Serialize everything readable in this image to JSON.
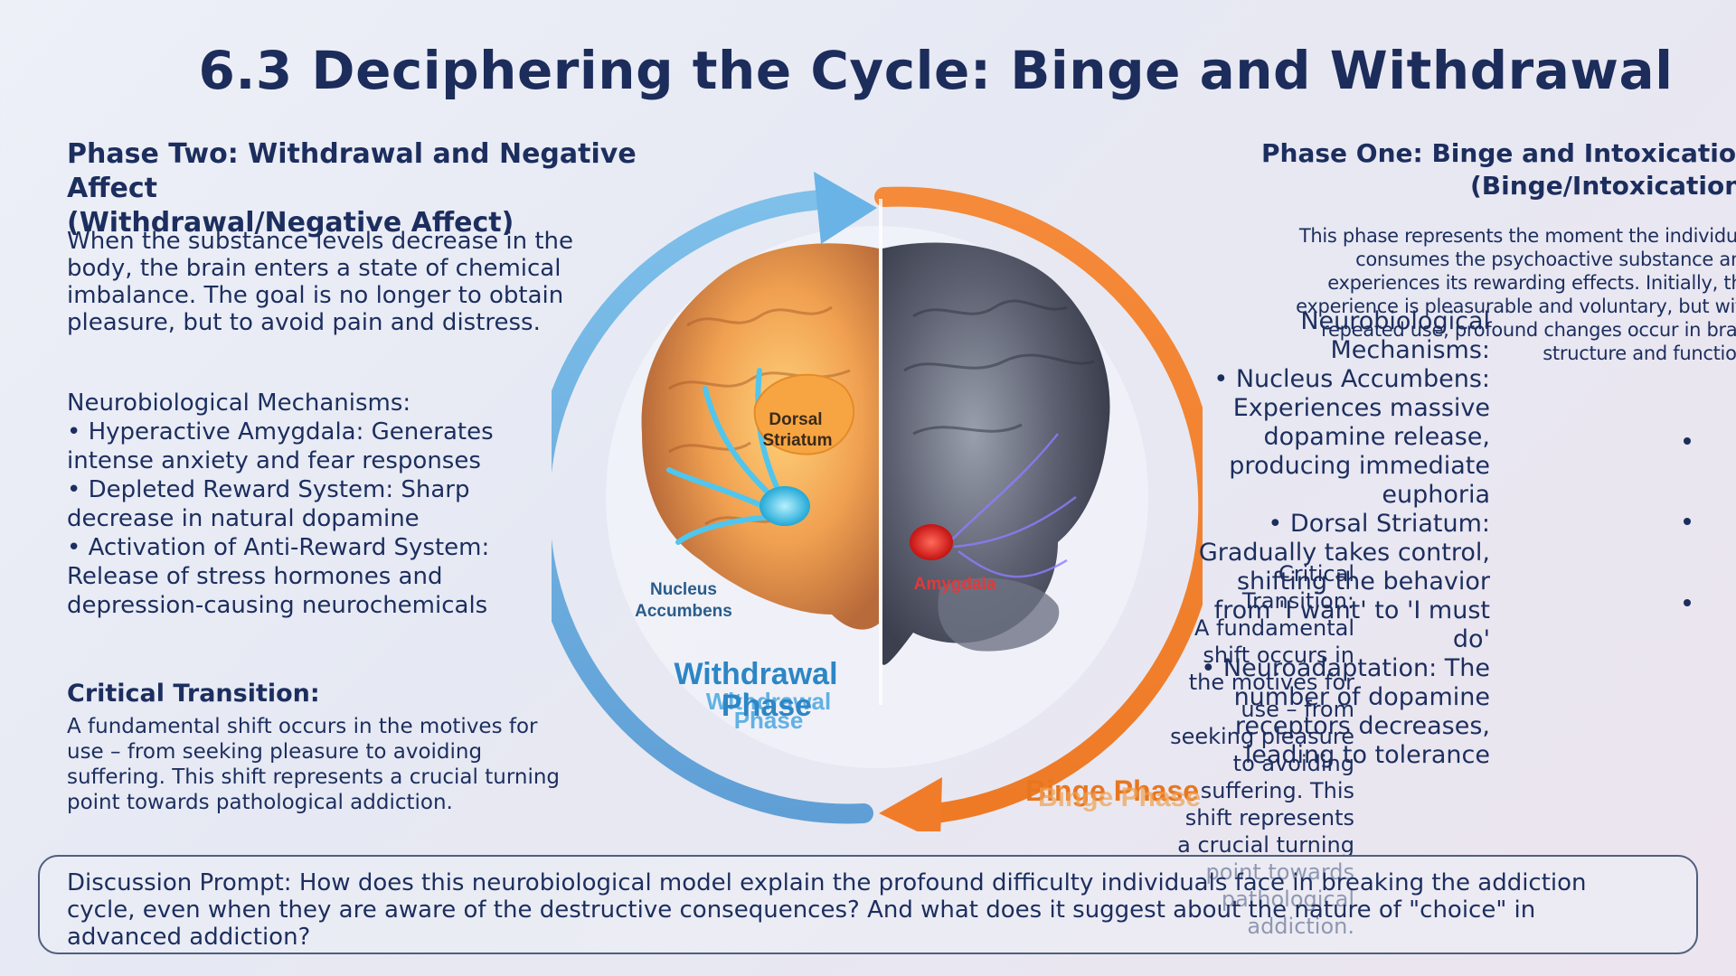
{
  "title": "6.3 Deciphering the Cycle: Binge and Withdrawal",
  "phase_two": {
    "heading_line1": "Phase Two: Withdrawal and Negative Affect",
    "heading_line2": "(Withdrawal/Negative Affect)",
    "body": "When the substance levels decrease in the body, the brain enters a state of chemical imbalance. The goal is no longer to obtain pleasure, but to avoid pain and distress.",
    "mechanisms_title": "Neurobiological Mechanisms:",
    "mechanisms": [
      "• Hyperactive Amygdala: Generates intense anxiety and fear responses",
      "• Depleted Reward System: Sharp decrease in natural dopamine",
      "• Activation of Anti-Reward System: Release of stress hormones and depression-causing neurochemicals"
    ],
    "critical_title": "Critical Transition:",
    "critical_body": "A fundamental shift occurs in the motives for use – from seeking pleasure to avoiding suffering. This shift represents a crucial turning point towards pathological addiction."
  },
  "phase_one": {
    "heading_line1": "Phase One: Binge and Intoxication",
    "heading_line2": "(Binge/Intoxication)",
    "body": "This phase represents the moment the individual consumes the psychoactive substance and experiences its rewarding effects. Initially, the experience is pleasurable and voluntary, but with repeated use, profound changes occur in brain structure and function.",
    "mechanisms_title": "Neurobiological Mechanisms:",
    "mechanisms": [
      "• Nucleus Accumbens: Experiences massive dopamine release, producing immediate euphoria",
      "• Dorsal Striatum: Gradually takes control, shifting the behavior from 'I want' to 'I must do'",
      "• Neuroadaptation: The number of dopamine receptors decreases, leading to tolerance"
    ],
    "critical_title": "Critical Transition:",
    "critical_body": "A fundamental shift occurs in the motives for use – from seeking pleasure to avoiding suffering. This shift represents a crucial turning point towards pathological addiction."
  },
  "diagram": {
    "label_dorsal_1": "Dorsal",
    "label_dorsal_2": "Striatum",
    "label_nucleus_1": "Nucleus",
    "label_nucleus_2": "Accumbens",
    "label_amygdala": "Amygdala",
    "withdrawal_1": "Withdrawal",
    "withdrawal_2": "Phase",
    "binge": "Binge Phase",
    "colors": {
      "blue_arrow": "#6aaede",
      "orange_arrow": "#f07c2a",
      "amygdala": "#e52b2b",
      "nucleus": "#3fc3e6"
    }
  },
  "prompt": "Discussion Prompt: How does this neurobiological model explain the profound difficulty individuals face in breaking the addiction cycle, even when they are aware of the destructive consequences? And what does it suggest about the nature of \"choice\" in advanced addiction?"
}
